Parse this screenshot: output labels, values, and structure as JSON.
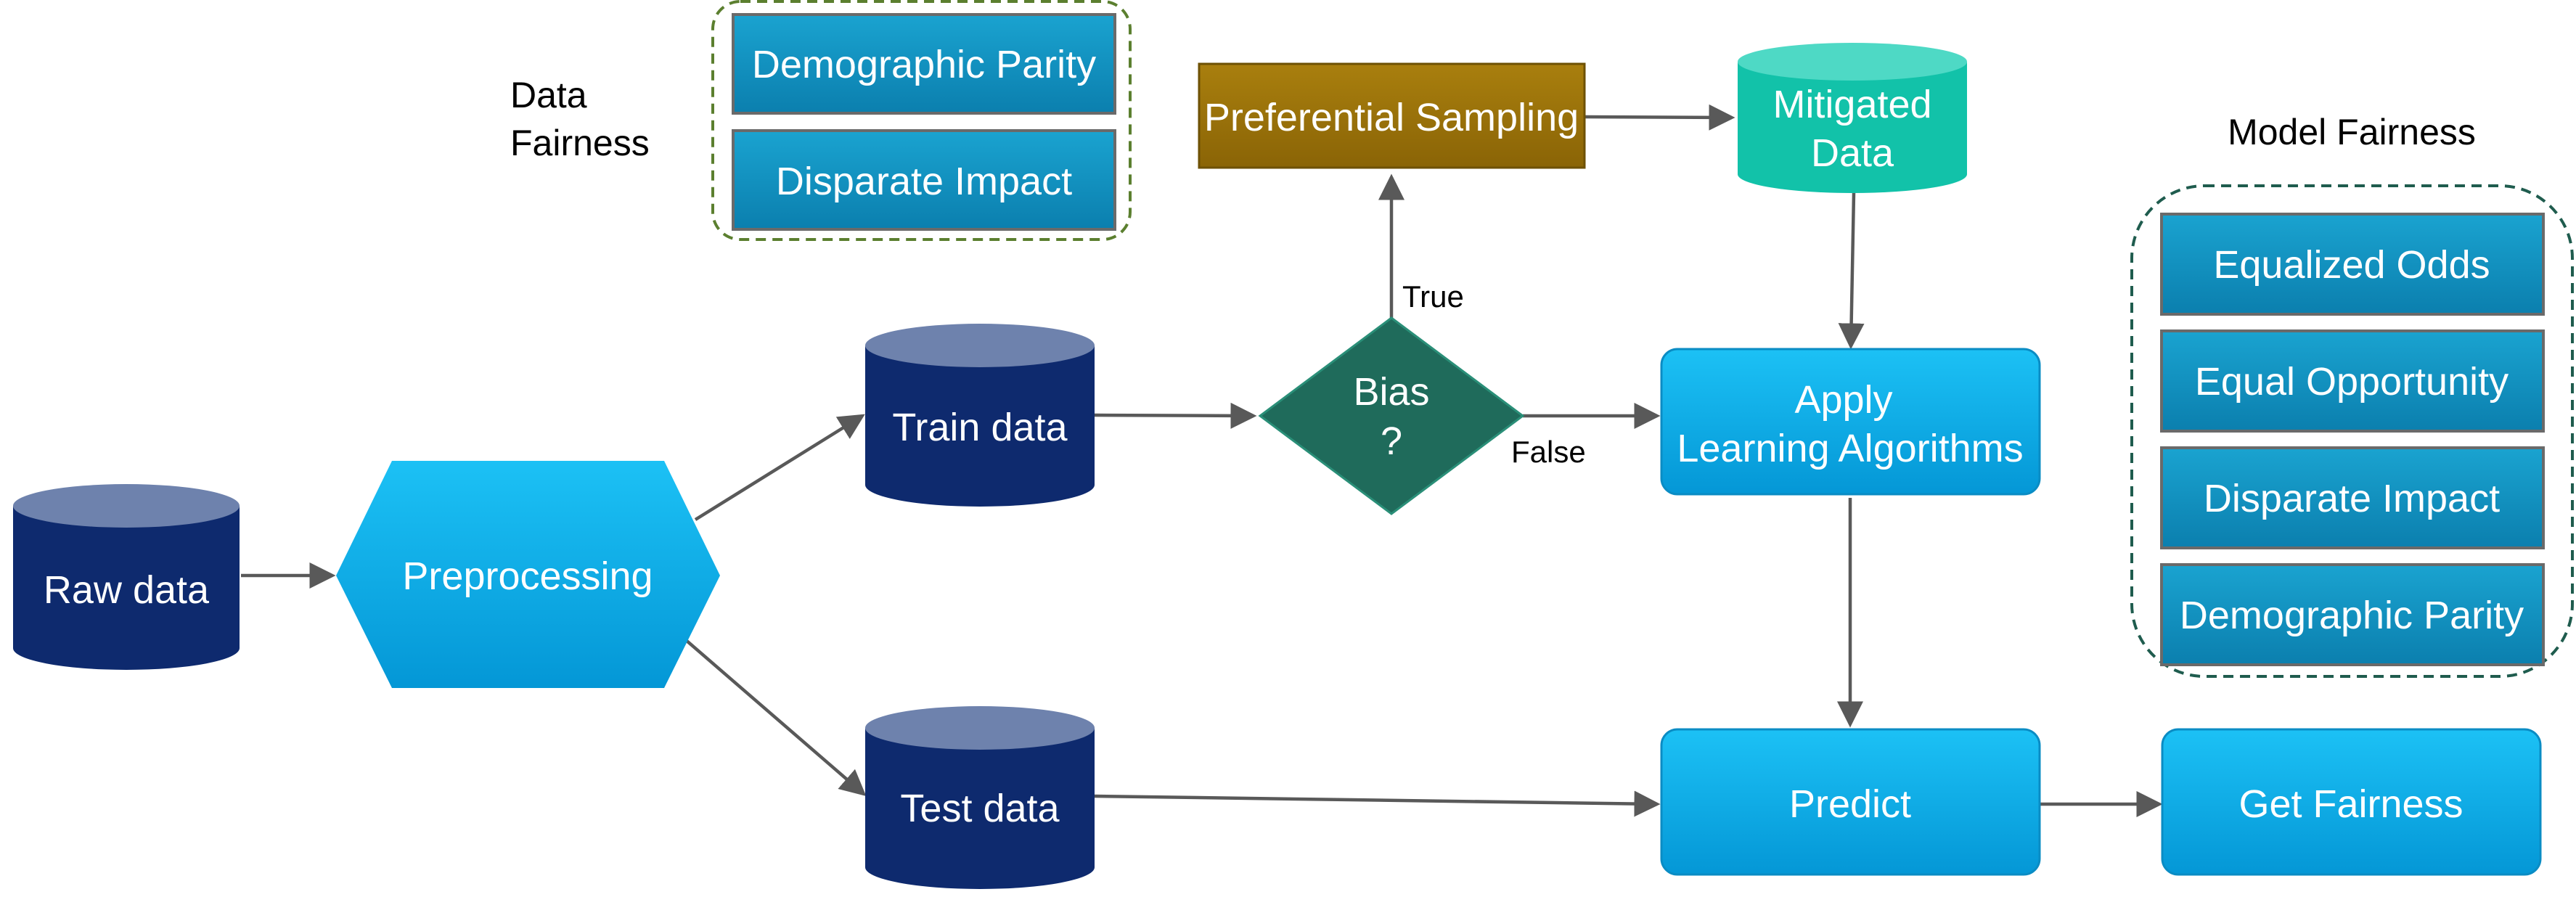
{
  "colors": {
    "cylinder_dark": "#0E2A6E",
    "cylinder_dark_top": "#6E82AD",
    "cylinder_teal": "#12C2A9",
    "cylinder_teal_top": "#4ED9C5",
    "process_blue": "#08AEEA",
    "metric_blue": "#0F8EBD",
    "sampling_gold": "#9A7208",
    "bias_diamond": "#1F6B5B",
    "edge": "#595959",
    "data_fairness_border": "#5B7F2F",
    "model_fairness_border": "#1F5C4E"
  },
  "nodes": {
    "raw_data": "Raw data",
    "preprocessing": "Preprocessing",
    "train_data": "Train data",
    "test_data": "Test data",
    "bias": [
      "Bias",
      "?"
    ],
    "preferential_sampling": "Preferential Sampling",
    "mitigated_data": [
      "Mitigated",
      "Data"
    ],
    "apply_learning": [
      "Apply",
      "Learning Algorithms"
    ],
    "predict": "Predict",
    "get_fairness": "Get Fairness"
  },
  "edge_labels": {
    "true": "True",
    "false": "False"
  },
  "data_fairness": {
    "title": [
      "Data",
      "Fairness"
    ],
    "metrics": [
      "Demographic Parity",
      "Disparate Impact"
    ]
  },
  "model_fairness": {
    "title": "Model Fairness",
    "metrics": [
      "Equalized Odds",
      "Equal Opportunity",
      "Disparate Impact",
      "Demographic Parity"
    ]
  }
}
